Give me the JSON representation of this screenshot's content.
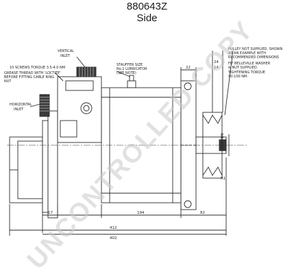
{
  "header": {
    "part_number": "880643Z",
    "view": "Side"
  },
  "labels": {
    "vertical_inlet": [
      "VERTICAL",
      "INLET"
    ],
    "screws_note": [
      "10 SCREWS TORQUE 3.5-4.0 NM",
      "GREASE THREAD WITH 'LOCTITE'",
      "BEFORE FITTING CABLE RING",
      "NUT"
    ],
    "horizontal_inlet": [
      "HORIZONTAL",
      "INLET"
    ],
    "stauffer_note": [
      "STAUFFER SIZE",
      "No.1 LUBRICATOR",
      "(SEE NOTE)"
    ],
    "pulley_note": [
      "PULLEY NOT SUPPLIED, SHOWN",
      "AS AN EXAMPLE WITH",
      "RECOMMENDED DIMENSIONS",
      "FIT BELLEVILLE WASHER",
      "& NUT SUPPLIED.",
      "TIGHTENING TORQUE",
      "90-100 NM."
    ]
  },
  "dimensions": {
    "d22": "22",
    "d17": "17",
    "d194": "194",
    "d82": "82",
    "d412": "412",
    "d402": "402",
    "d24": "24",
    "d14": "14",
    "dia": "Ø50 MIN",
    "r1": "R1"
  },
  "watermark": "UNCONTROLLED COPY",
  "colors": {
    "line": "#2a2a2a",
    "watermark": "#c9c9c9",
    "text": "#1a1a1a"
  }
}
